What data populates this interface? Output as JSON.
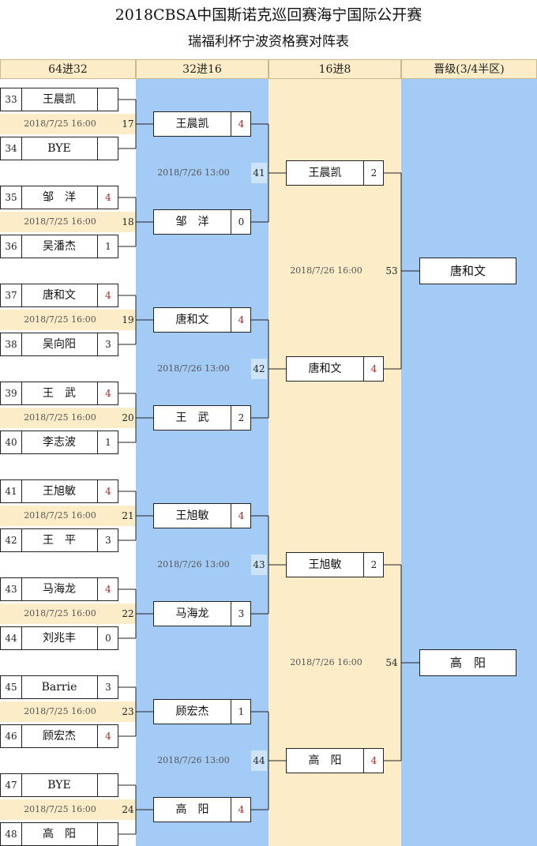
{
  "title": "2018CBSA中国斯诺克巡回赛海宁国际公开赛",
  "subtitle": "瑞福利杯宁波资格赛对阵表",
  "rounds": [
    "64进32",
    "32进16",
    "16进8",
    "晋级(3/4半区)"
  ],
  "round1": [
    {
      "match": "17",
      "date": "2018/7/25 16:00",
      "a": {
        "seed": "33",
        "name": "王晨凯",
        "score": ""
      },
      "b": {
        "seed": "34",
        "name": "BYE",
        "score": ""
      }
    },
    {
      "match": "18",
      "date": "2018/7/25 16:00",
      "a": {
        "seed": "35",
        "name": "邹　洋",
        "score": "4"
      },
      "b": {
        "seed": "36",
        "name": "吴潘杰",
        "score": "1"
      }
    },
    {
      "match": "19",
      "date": "2018/7/25 16:00",
      "a": {
        "seed": "37",
        "name": "唐和文",
        "score": "4"
      },
      "b": {
        "seed": "38",
        "name": "吴向阳",
        "score": "3"
      }
    },
    {
      "match": "20",
      "date": "2018/7/25 16:00",
      "a": {
        "seed": "39",
        "name": "王　武",
        "score": "4"
      },
      "b": {
        "seed": "40",
        "name": "李志波",
        "score": "1"
      }
    },
    {
      "match": "21",
      "date": "2018/7/25 16:00",
      "a": {
        "seed": "41",
        "name": "王旭敏",
        "score": "4"
      },
      "b": {
        "seed": "42",
        "name": "王　平",
        "score": "3"
      }
    },
    {
      "match": "22",
      "date": "2018/7/25 16:00",
      "a": {
        "seed": "43",
        "name": "马海龙",
        "score": "4"
      },
      "b": {
        "seed": "44",
        "name": "刘兆丰",
        "score": "0"
      }
    },
    {
      "match": "23",
      "date": "2018/7/25 16:00",
      "a": {
        "seed": "45",
        "name": "Barrie",
        "score": "3"
      },
      "b": {
        "seed": "46",
        "name": "顾宏杰",
        "score": "4"
      }
    },
    {
      "match": "24",
      "date": "2018/7/25 16:00",
      "a": {
        "seed": "47",
        "name": "BYE",
        "score": ""
      },
      "b": {
        "seed": "48",
        "name": "高　阳",
        "score": ""
      }
    }
  ],
  "round2": [
    {
      "name": "王晨凯",
      "score": "4"
    },
    {
      "name": "邹　洋",
      "score": "0"
    },
    {
      "name": "唐和文",
      "score": "4"
    },
    {
      "name": "王　武",
      "score": "2"
    },
    {
      "name": "王旭敏",
      "score": "4"
    },
    {
      "name": "马海龙",
      "score": "3"
    },
    {
      "name": "顾宏杰",
      "score": "1"
    },
    {
      "name": "高　阳",
      "score": "4"
    }
  ],
  "round2_matches": [
    {
      "match": "41",
      "date": "2018/7/26 13:00"
    },
    {
      "match": "42",
      "date": "2018/7/26 13:00"
    },
    {
      "match": "43",
      "date": "2018/7/26 13:00"
    },
    {
      "match": "44",
      "date": "2018/7/26 13:00"
    }
  ],
  "round3": [
    {
      "name": "王晨凯",
      "score": "2"
    },
    {
      "name": "唐和文",
      "score": "4"
    },
    {
      "name": "王旭敏",
      "score": "2"
    },
    {
      "name": "高　阳",
      "score": "4"
    }
  ],
  "round3_matches": [
    {
      "match": "53",
      "date": "2018/7/26 16:00"
    },
    {
      "match": "54",
      "date": "2018/7/26 16:00"
    }
  ],
  "final": [
    {
      "name": "唐和文"
    },
    {
      "name": "高　阳"
    }
  ],
  "colors": {
    "blue_column": "#a3cbf5",
    "cream_column": "#fcedc8",
    "winner_score": "#b22222"
  }
}
